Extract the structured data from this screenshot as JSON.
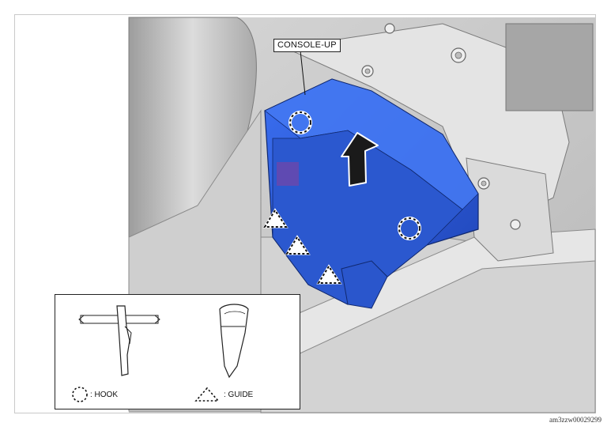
{
  "callout": {
    "label": "CONSOLE-UP"
  },
  "legend": {
    "hook_label": ": HOOK",
    "guide_label": ": GUIDE",
    "hook_symbol": "dotted-circle-icon",
    "guide_symbol": "dotted-triangle-icon"
  },
  "figure": {
    "code": "am3zzw00029299"
  },
  "colors": {
    "part_blue": "#2f5fd6",
    "part_blue_dark": "#1c3fa5",
    "background_gray": "#c7c7c7",
    "metal_light": "#e2e2e2"
  }
}
